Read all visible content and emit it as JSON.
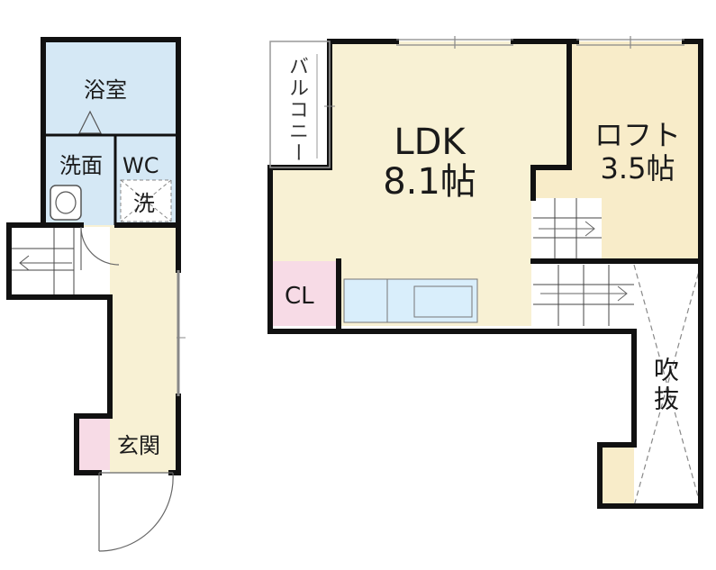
{
  "rooms": {
    "bath": "浴室",
    "washroom": "洗面",
    "toilet": "WC",
    "washer": "洗",
    "entrance": "玄関",
    "balcony": "バルコニー",
    "ldk_name": "LDK",
    "ldk_size": "8.1帖",
    "loft_name": "ロフト",
    "loft_size": "3.5帖",
    "closet": "CL",
    "void": "吹抜"
  },
  "colors": {
    "wall": "#111111",
    "bath_fill": "#d5e8f5",
    "living_fill": "#f8f1d4",
    "loft_fill": "#f8ecc9",
    "closet_fill": "#f7dbe6",
    "kitchen_fill": "#d9eefb",
    "stair_fill": "#ffffff"
  }
}
